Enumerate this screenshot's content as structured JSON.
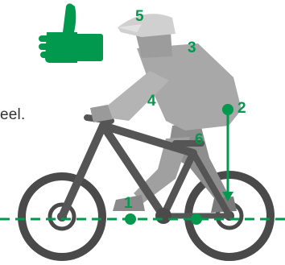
{
  "snippet_text": "eel.",
  "callouts": {
    "c1": "1",
    "c2": "2",
    "c3": "3",
    "c4": "4",
    "c5": "5",
    "c6": "6"
  },
  "colors": {
    "accent": "#00994D",
    "frame": "#555555",
    "wheel": "#4A4A4A",
    "rider": "#A8A8A8",
    "rider_dark": "#8E8E8E",
    "helmet": "#D0D0D0"
  },
  "icons": [
    "thumbs-up-icon"
  ]
}
